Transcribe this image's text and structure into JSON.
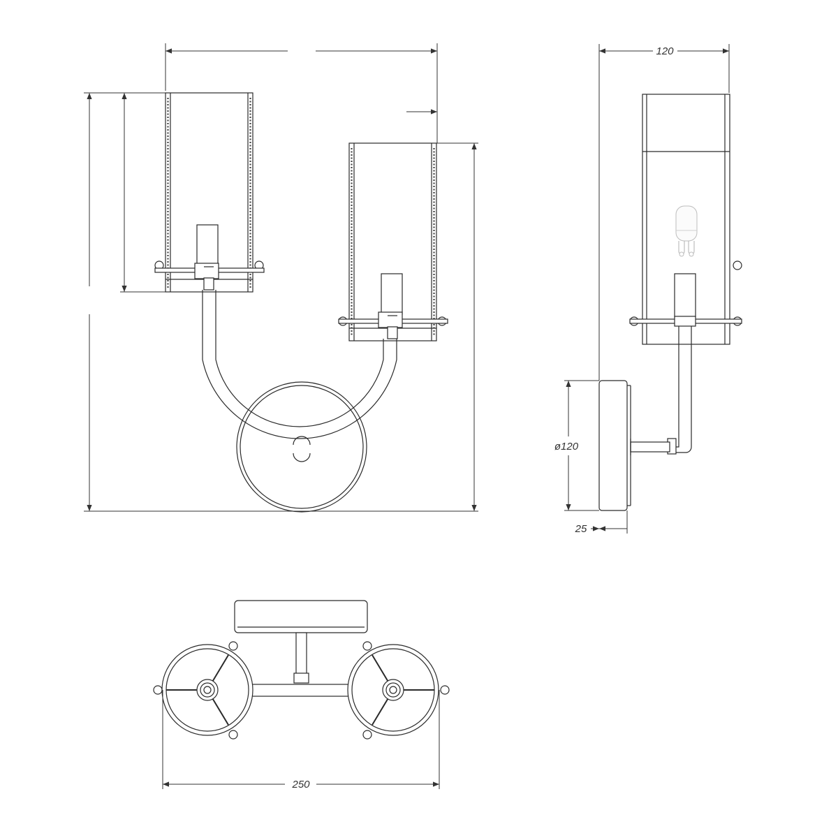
{
  "dimensions": {
    "side_width": "120",
    "side_base_diameter": "ø120",
    "side_base_depth": "25",
    "top_width": "250"
  }
}
